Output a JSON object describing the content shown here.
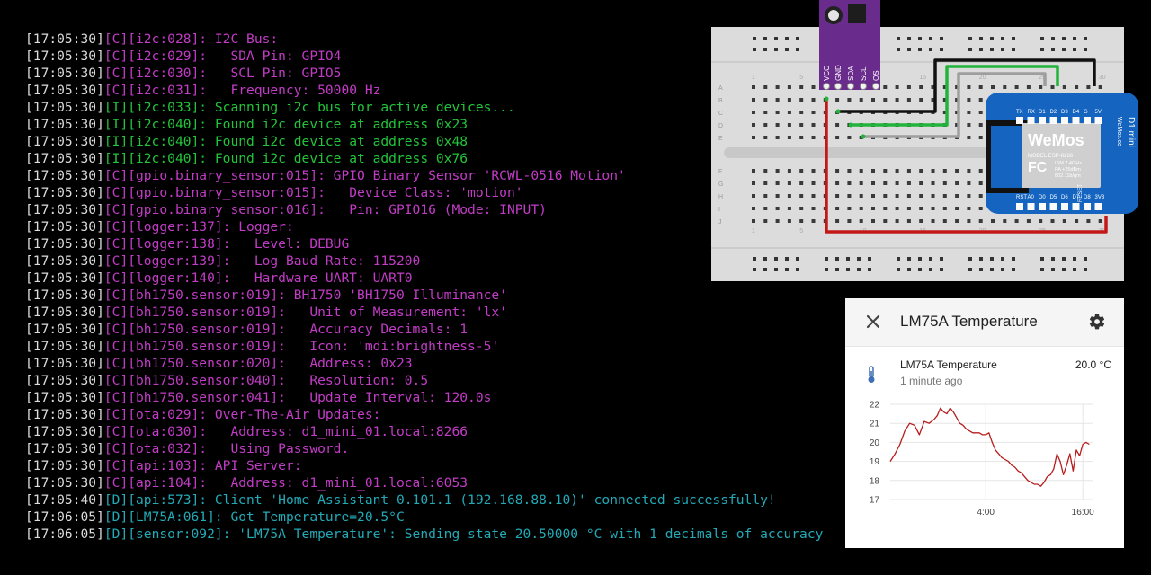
{
  "log_lines": [
    {
      "ts": "[17:05:30]",
      "lv": "[C]",
      "msg": "[i2c:028]: I2C Bus:"
    },
    {
      "ts": "[17:05:30]",
      "lv": "[C]",
      "msg": "[i2c:029]:   SDA Pin: GPIO4"
    },
    {
      "ts": "[17:05:30]",
      "lv": "[C]",
      "msg": "[i2c:030]:   SCL Pin: GPIO5"
    },
    {
      "ts": "[17:05:30]",
      "lv": "[C]",
      "msg": "[i2c:031]:   Frequency: 50000 Hz"
    },
    {
      "ts": "[17:05:30]",
      "lv": "[I]",
      "msg": "[i2c:033]: Scanning i2c bus for active devices..."
    },
    {
      "ts": "[17:05:30]",
      "lv": "[I]",
      "msg": "[i2c:040]: Found i2c device at address 0x23"
    },
    {
      "ts": "[17:05:30]",
      "lv": "[I]",
      "msg": "[i2c:040]: Found i2c device at address 0x48"
    },
    {
      "ts": "[17:05:30]",
      "lv": "[I]",
      "msg": "[i2c:040]: Found i2c device at address 0x76"
    },
    {
      "ts": "[17:05:30]",
      "lv": "[C]",
      "msg": "[gpio.binary_sensor:015]: GPIO Binary Sensor 'RCWL-0516 Motion'"
    },
    {
      "ts": "[17:05:30]",
      "lv": "[C]",
      "msg": "[gpio.binary_sensor:015]:   Device Class: 'motion'"
    },
    {
      "ts": "[17:05:30]",
      "lv": "[C]",
      "msg": "[gpio.binary_sensor:016]:   Pin: GPIO16 (Mode: INPUT)"
    },
    {
      "ts": "[17:05:30]",
      "lv": "[C]",
      "msg": "[logger:137]: Logger:"
    },
    {
      "ts": "[17:05:30]",
      "lv": "[C]",
      "msg": "[logger:138]:   Level: DEBUG"
    },
    {
      "ts": "[17:05:30]",
      "lv": "[C]",
      "msg": "[logger:139]:   Log Baud Rate: 115200"
    },
    {
      "ts": "[17:05:30]",
      "lv": "[C]",
      "msg": "[logger:140]:   Hardware UART: UART0"
    },
    {
      "ts": "[17:05:30]",
      "lv": "[C]",
      "msg": "[bh1750.sensor:019]: BH1750 'BH1750 Illuminance'"
    },
    {
      "ts": "[17:05:30]",
      "lv": "[C]",
      "msg": "[bh1750.sensor:019]:   Unit of Measurement: 'lx'"
    },
    {
      "ts": "[17:05:30]",
      "lv": "[C]",
      "msg": "[bh1750.sensor:019]:   Accuracy Decimals: 1"
    },
    {
      "ts": "[17:05:30]",
      "lv": "[C]",
      "msg": "[bh1750.sensor:019]:   Icon: 'mdi:brightness-5'"
    },
    {
      "ts": "[17:05:30]",
      "lv": "[C]",
      "msg": "[bh1750.sensor:020]:   Address: 0x23"
    },
    {
      "ts": "[17:05:30]",
      "lv": "[C]",
      "msg": "[bh1750.sensor:040]:   Resolution: 0.5"
    },
    {
      "ts": "[17:05:30]",
      "lv": "[C]",
      "msg": "[bh1750.sensor:041]:   Update Interval: 120.0s"
    },
    {
      "ts": "[17:05:30]",
      "lv": "[C]",
      "msg": "[ota:029]: Over-The-Air Updates:"
    },
    {
      "ts": "[17:05:30]",
      "lv": "[C]",
      "msg": "[ota:030]:   Address: d1_mini_01.local:8266"
    },
    {
      "ts": "[17:05:30]",
      "lv": "[C]",
      "msg": "[ota:032]:   Using Password."
    },
    {
      "ts": "[17:05:30]",
      "lv": "[C]",
      "msg": "[api:103]: API Server:"
    },
    {
      "ts": "[17:05:30]",
      "lv": "[C]",
      "msg": "[api:104]:   Address: d1_mini_01.local:6053"
    },
    {
      "ts": "[17:05:40]",
      "lv": "[D]",
      "msg": "[api:573]: Client 'Home Assistant 0.101.1 (192.168.88.10)' connected successfully!"
    },
    {
      "ts": "[17:06:05]",
      "lv": "[D]",
      "msg": "[LM75A:061]: Got Temperature=20.5°C"
    },
    {
      "ts": "[17:06:05]",
      "lv": "[D]",
      "msg": "[sensor:092]: 'LM75A Temperature': Sending state 20.50000 °C with 1 decimals of accuracy"
    }
  ],
  "level_colors": {
    "C": "#c23cc6",
    "I": "#22c53a",
    "D": "#22aab7"
  },
  "breadboard": {
    "module_pins": [
      "VCC",
      "GND",
      "SDA",
      "SCL",
      "OS"
    ],
    "row_letters_top": [
      "A",
      "B",
      "C",
      "D",
      "E"
    ],
    "row_letters_bottom": [
      "F",
      "G",
      "H",
      "I",
      "J"
    ],
    "col_numbers": [
      "1",
      "5",
      "10",
      "15",
      "20",
      "25",
      "30"
    ],
    "wemos": {
      "brand": "WeMos",
      "model_line": "MODEL  ESP-8266",
      "spec_lines": [
        "ISM 2.4GHz",
        "PA +25dBm",
        "802.11b/g/n"
      ],
      "fc": "FC",
      "side_label": "D1 mini",
      "side_url": "WeMos.cc",
      "top_pins": [
        "TX",
        "RX",
        "D1",
        "D2",
        "D3",
        "D4",
        "G",
        "5V"
      ],
      "bottom_pins": [
        "RST",
        "A0",
        "D0",
        "D5",
        "D6",
        "D7",
        "D8",
        "3V3"
      ],
      "reset_label": "RESET"
    }
  },
  "ha_card": {
    "header_title": "LM75A Temperature",
    "entity_name": "LM75A Temperature",
    "last_changed": "1 minute ago",
    "state": "20.0 °C"
  },
  "chart_data": {
    "type": "line",
    "title": "",
    "xlabel": "",
    "ylabel": "",
    "ylim": [
      17,
      22
    ],
    "y_ticks": [
      "17",
      "18",
      "19",
      "20",
      "21",
      "22"
    ],
    "x_tick_labels": [
      "4:00",
      "16:00"
    ],
    "x_tick_hours": [
      4,
      16
    ],
    "x_range_hours": [
      -7.8,
      17.2
    ],
    "series": [
      {
        "color": "#b71c1c",
        "x_hours": [
          -7.8,
          -7.2,
          -6.6,
          -6.0,
          -5.4,
          -4.8,
          -4.2,
          -3.6,
          -3.0,
          -2.4,
          -2.0,
          -1.6,
          -1.2,
          -0.8,
          -0.4,
          0.0,
          0.4,
          0.8,
          1.2,
          1.6,
          2.0,
          2.4,
          2.8,
          3.2,
          3.6,
          4.0,
          4.4,
          4.8,
          5.2,
          5.6,
          6.0,
          6.4,
          6.8,
          7.2,
          7.6,
          8.0,
          8.4,
          8.8,
          9.2,
          9.6,
          10.0,
          10.4,
          10.8,
          11.2,
          11.6,
          12.0,
          12.4,
          12.8,
          13.2,
          13.6,
          14.0,
          14.4,
          14.8,
          15.2,
          15.6,
          16.0,
          16.4,
          16.8
        ],
        "values": [
          19.0,
          19.4,
          19.9,
          20.6,
          21.0,
          20.9,
          20.4,
          21.1,
          21.0,
          21.2,
          21.4,
          21.8,
          21.6,
          21.5,
          21.8,
          21.6,
          21.3,
          21.0,
          20.9,
          20.7,
          20.6,
          20.5,
          20.5,
          20.5,
          20.4,
          20.4,
          20.5,
          20.0,
          19.6,
          19.4,
          19.2,
          19.1,
          19.0,
          18.8,
          18.7,
          18.5,
          18.4,
          18.2,
          18.0,
          17.9,
          17.8,
          17.8,
          17.7,
          17.9,
          18.2,
          18.3,
          18.6,
          19.4,
          19.0,
          18.3,
          18.8,
          19.4,
          18.5,
          19.6,
          19.3,
          19.9,
          20.0,
          19.9
        ]
      }
    ]
  }
}
